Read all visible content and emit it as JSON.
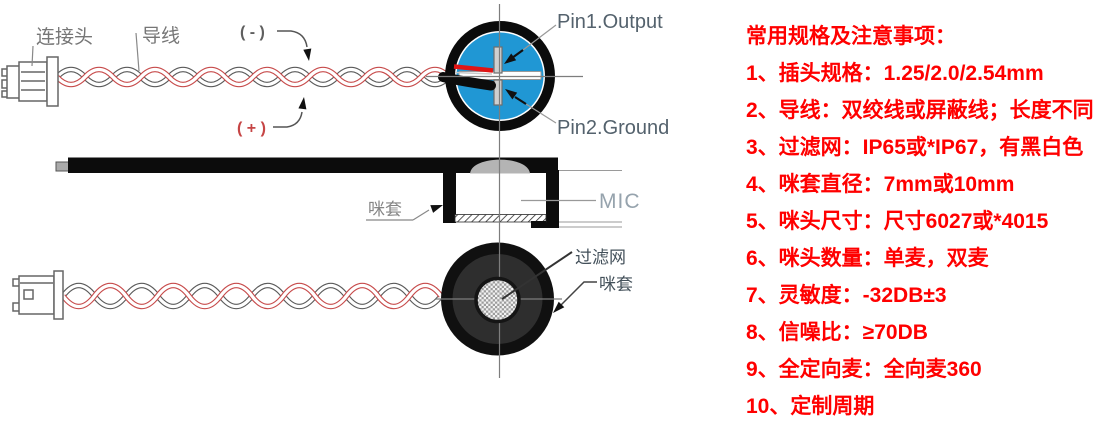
{
  "diagram": {
    "labels": {
      "connector": "连接头",
      "wire": "导线",
      "minus": "( - )",
      "plus": "( + )",
      "pin1": "Pin1.Output",
      "pin2": "Pin2.Ground",
      "mic_sleeve_mid": "咪套",
      "mic": "MIC",
      "filter_mesh": "过滤网",
      "mic_sleeve_bottom": "咪套"
    },
    "colors": {
      "mic_back_fill": "#2097d4",
      "positive_wire_red": "#c74b4b",
      "negative_wire_gray": "#5a5a5a",
      "pin_label_gray": "#54626d",
      "cad_line_gray": "#7d7d7d"
    }
  },
  "spec_panel": {
    "title": "常用规格及注意事项：",
    "text_color": "#ff0000",
    "items": [
      "1、插头规格：1.25/2.0/2.54mm",
      "2、导线：双绞线或屏蔽线；长度不同",
      "3、过滤网：IP65或*IP67，有黑白色",
      "4、咪套直径：7mm或10mm",
      "5、咪头尺寸：尺寸6027或*4015",
      "6、咪头数量：单麦，双麦",
      "7、灵敏度：-32DB±3",
      "8、信噪比：≥70DB",
      "9、全定向麦：全向麦360",
      "10、定制周期"
    ]
  }
}
